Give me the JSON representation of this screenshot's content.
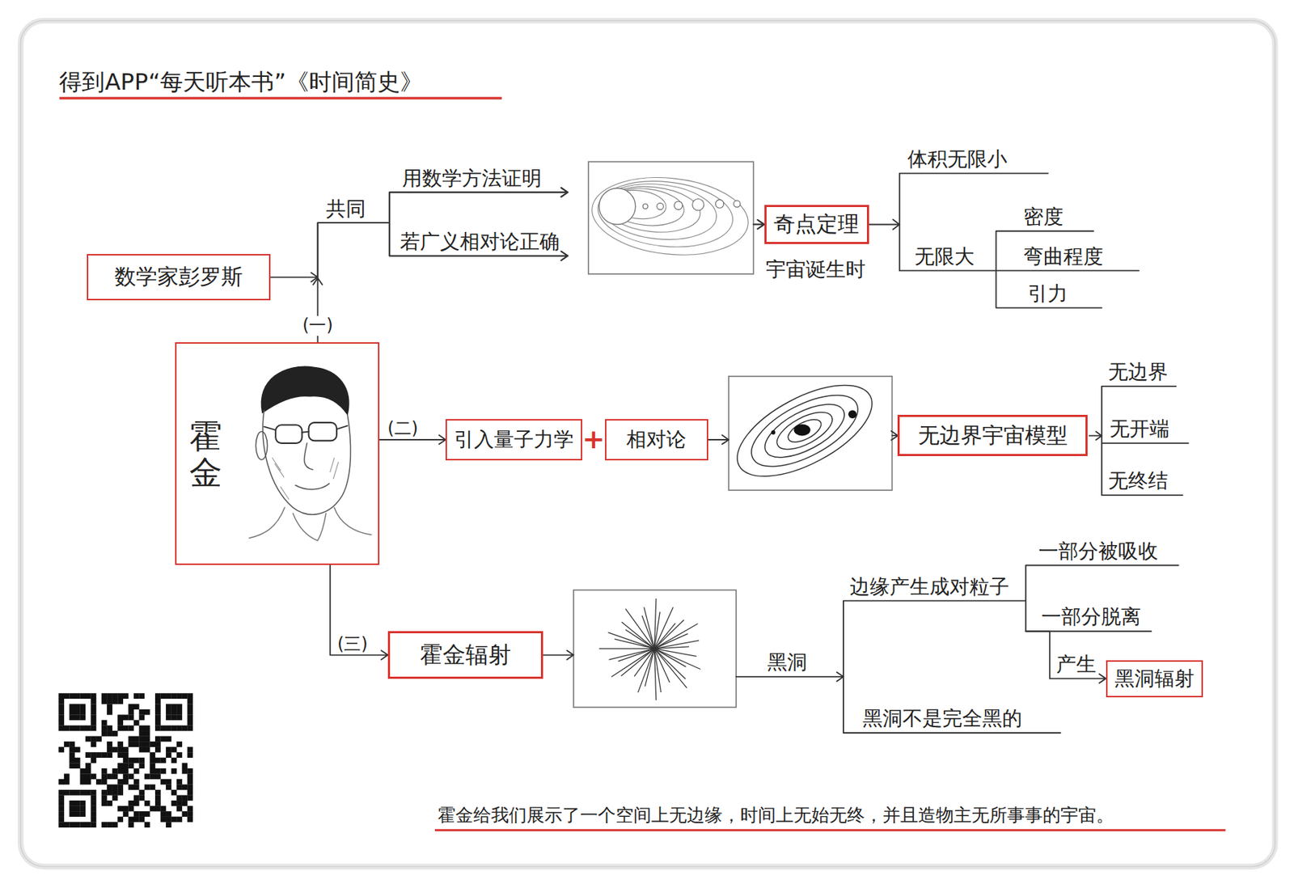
{
  "diagram": {
    "title": "得到APP“每天听本书”《时间简史》",
    "caption": "霍金给我们展示了一个空间上无边缘，时间上无始无终，并且造物主无所事事的宇宙。",
    "nodes": [
      {
        "text": [
          "霍金"
        ]
      },
      {
        "text": [
          "数学家彭罗斯"
        ]
      },
      {
        "text": [
          "奇点定理"
        ]
      },
      {
        "text": [
          "引入量子力学"
        ]
      },
      {
        "text": [
          "相对论"
        ]
      },
      {
        "text": [
          "无边界宇宙模型"
        ]
      },
      {
        "text": [
          "霍金辐射"
        ]
      },
      {
        "text": [
          "黑洞辐射"
        ]
      }
    ],
    "edges": [
      {
        "from": 1,
        "to": 2,
        "arrow": "to"
      },
      {
        "from": 0,
        "to": 2,
        "label": "(一)",
        "arrow": "to"
      },
      {
        "from": 0,
        "to": 3,
        "label": "(二)",
        "arrow": "to"
      },
      {
        "from": 4,
        "to": 5,
        "arrow": "to"
      },
      {
        "from": 0,
        "to": 6,
        "label": "(三)",
        "arrow": "to"
      },
      {
        "from": 6,
        "to": 7,
        "arrow": "to"
      }
    ],
    "labels": [
      "共同",
      "用数学方法证明",
      "若广义相对论正确",
      "宇宙诞生时",
      "体积无限小",
      "无限大",
      "密度",
      "弯曲程度",
      "引力",
      "+",
      "无边界",
      "无开端",
      "无终结",
      "黑洞",
      "边缘产生成对粒子",
      "一部分被吸收",
      "一部分脱离",
      "产生",
      "黑洞不是完全黑的"
    ]
  }
}
